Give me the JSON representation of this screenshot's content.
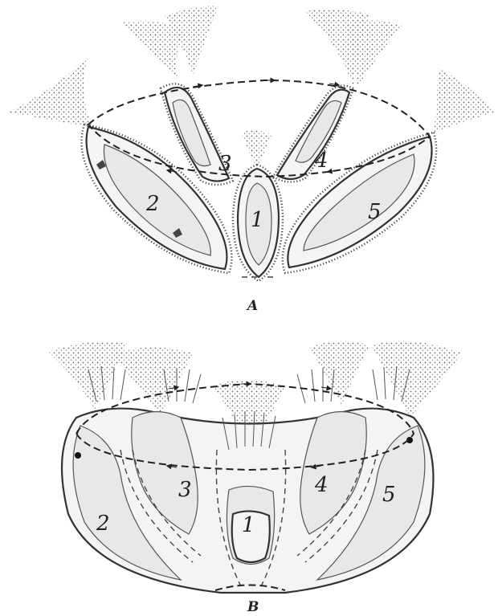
{
  "figure": {
    "panel_a": {
      "caption": "A",
      "labels": [
        "1",
        "2",
        "3",
        "4",
        "5"
      ]
    },
    "panel_b": {
      "caption": "B",
      "labels": [
        "1",
        "2",
        "3",
        "4",
        "5"
      ]
    }
  },
  "colors": {
    "ink": "#222222",
    "stipple": "#777777",
    "paper": "#ffffff"
  }
}
